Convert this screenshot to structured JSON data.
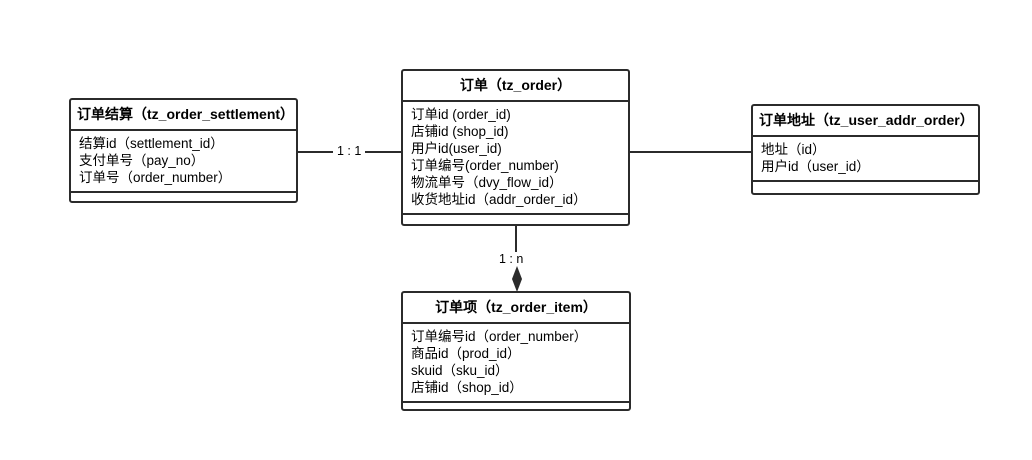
{
  "diagram": {
    "type": "er-diagram",
    "title": "",
    "background_color": "#ffffff",
    "line_color": "#2b2b2b",
    "text_color": "#000000"
  },
  "entities": [
    {
      "id": "order_settlement",
      "title": "订单结算（tz_order_settlement）",
      "attributes": [
        "结算id（settlement_id）",
        "支付单号（pay_no）",
        "订单号（order_number）"
      ]
    },
    {
      "id": "order",
      "title": "订单（tz_order）",
      "attributes": [
        "订单id (order_id)",
        "店铺id (shop_id)",
        "用户id(user_id)",
        "订单编号(order_number)",
        "物流单号（dvy_flow_id）",
        "收货地址id（addr_order_id）"
      ]
    },
    {
      "id": "user_addr_order",
      "title": "订单地址（tz_user_addr_order）",
      "attributes": [
        "地址（id）",
        "用户id（user_id）"
      ]
    },
    {
      "id": "order_item",
      "title": "订单项（tz_order_item）",
      "attributes": [
        "订单编号id（order_number）",
        "商品id（prod_id）",
        "skuid（sku_id）",
        "店铺id（shop_id）"
      ]
    }
  ],
  "relationships": [
    {
      "id": "settlement-to-order",
      "from": "order_settlement",
      "to": "order",
      "label": "1 : 1"
    },
    {
      "id": "order-to-addr",
      "from": "order",
      "to": "user_addr_order",
      "label": ""
    },
    {
      "id": "order-to-item",
      "from": "order",
      "to": "order_item",
      "label": "1 : n"
    }
  ]
}
